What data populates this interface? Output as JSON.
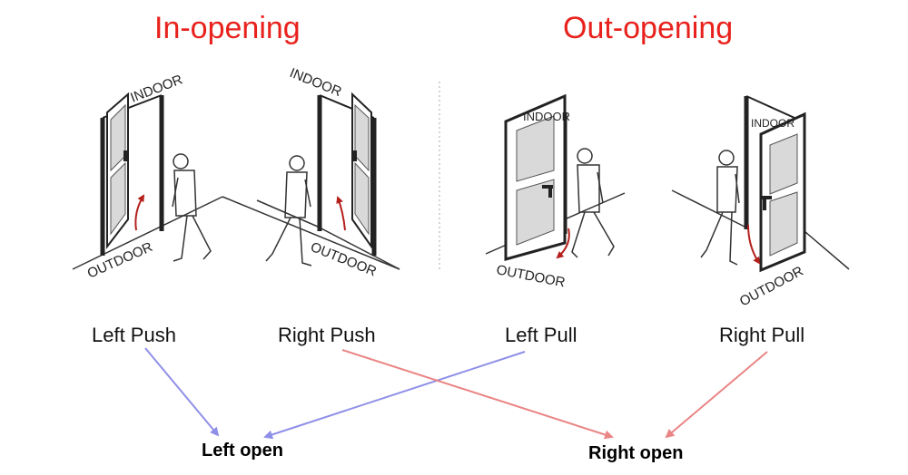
{
  "headings": {
    "in_opening": "In-opening",
    "out_opening": "Out-opening"
  },
  "panels": [
    {
      "indoor": "INDOOR",
      "outdoor": "OUTDOOR"
    },
    {
      "indoor": "INDOOR",
      "outdoor": "OUTDOOR"
    },
    {
      "indoor": "INDOOR",
      "outdoor": "OUTDOOR"
    },
    {
      "indoor": "INDOOR",
      "outdoor": "OUTDOOR"
    }
  ],
  "door_types": [
    "Left Push",
    "Right Push",
    "Left Pull",
    "Right Pull"
  ],
  "results": {
    "left": "Left open",
    "right": "Right open"
  },
  "colors": {
    "heading": "#e8211c",
    "arrow_left": "#8f8fe8",
    "arrow_right": "#ea8585",
    "door_swing_arrow": "#b3201c",
    "door_panel": "#d9d9d9"
  }
}
